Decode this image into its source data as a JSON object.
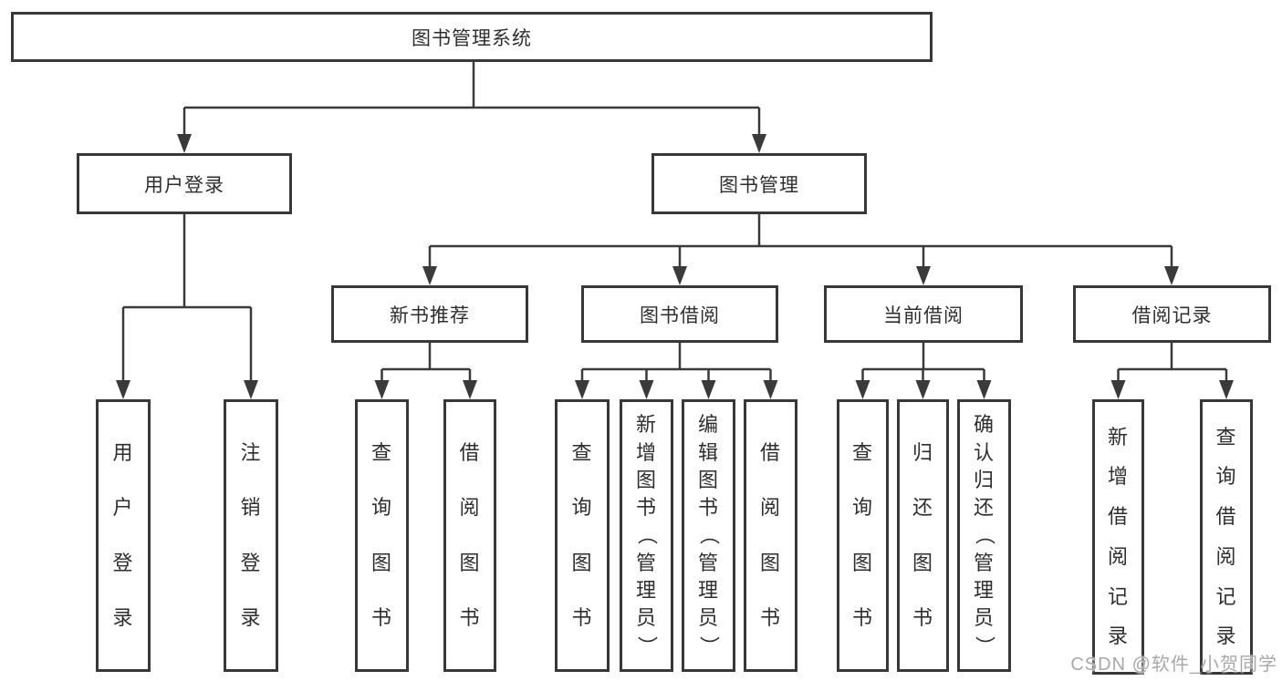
{
  "chart": {
    "root": "图书管理系统",
    "children": [
      {
        "label": "用户登录",
        "children": [
          "用户登录",
          "注销登录"
        ]
      },
      {
        "label": "图书管理",
        "children": [
          {
            "label": "新书推荐",
            "children": [
              "查询图书",
              "借阅图书"
            ]
          },
          {
            "label": "图书借阅",
            "children": [
              "查询图书",
              "新增图书（管理员）",
              "编辑图书（管理员）",
              "借阅图书"
            ]
          },
          {
            "label": "当前借阅",
            "children": [
              "查询图书",
              "归还图书",
              "确认归还（管理员）"
            ]
          },
          {
            "label": "借阅记录",
            "children": [
              "新增借阅记录",
              "查询借阅记录"
            ]
          }
        ]
      }
    ]
  },
  "watermark": "CSDN @软件_小贺同学"
}
